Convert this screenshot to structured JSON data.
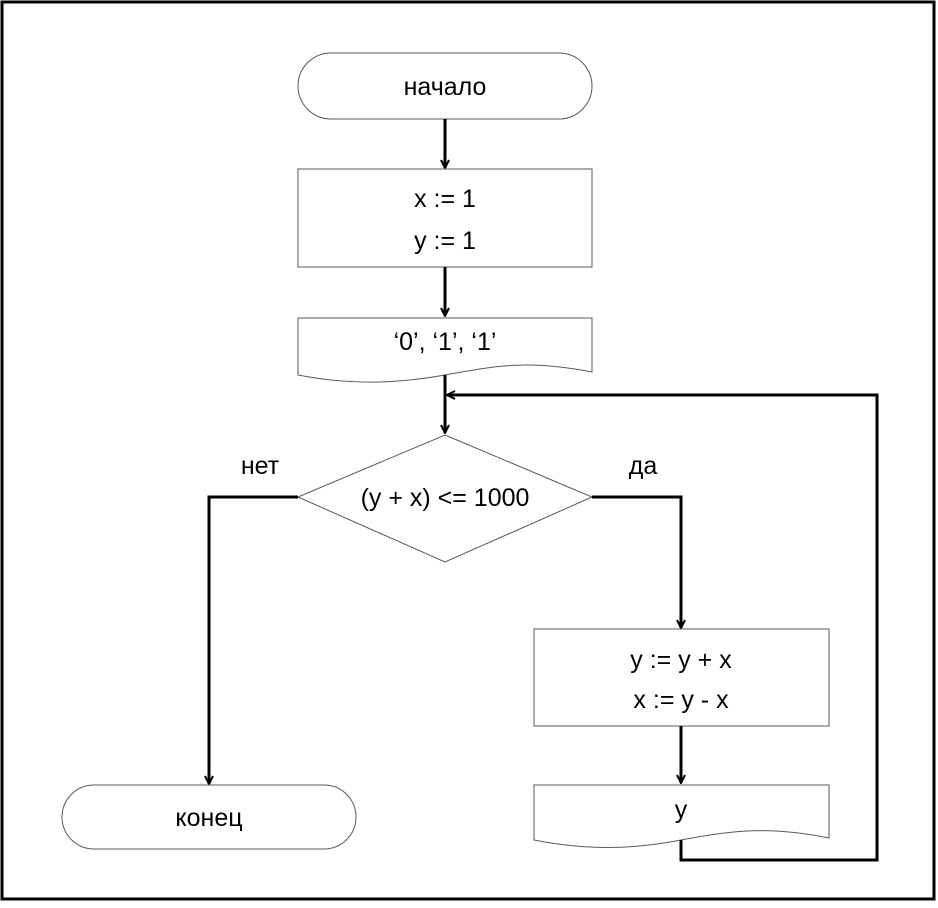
{
  "diagram": {
    "start_label": "начало",
    "init_line1": "x := 1",
    "init_line2": "y := 1",
    "output_initial": "‘0’, ‘1’, ‘1’",
    "condition": "(y + x) <= 1000",
    "no_label": "нет",
    "yes_label": "да",
    "update_line1": "y := y + x",
    "update_line2": "x := y - x",
    "output_y": "y",
    "end_label": "конец"
  },
  "colors": {
    "stroke": "#000000",
    "fill": "#ffffff"
  }
}
